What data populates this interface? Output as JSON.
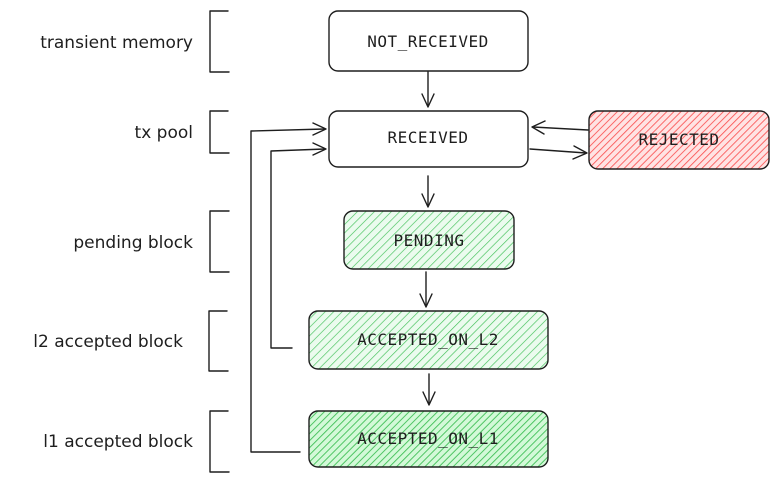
{
  "layers": [
    {
      "id": "transient",
      "label": "transient memory"
    },
    {
      "id": "pool",
      "label": "tx pool"
    },
    {
      "id": "pending",
      "label": "pending block"
    },
    {
      "id": "l2",
      "label": "l2 accepted block"
    },
    {
      "id": "l1",
      "label": "l1 accepted block"
    }
  ],
  "states": {
    "not_received": "NOT_RECEIVED",
    "received": "RECEIVED",
    "rejected": "REJECTED",
    "pending": "PENDING",
    "accepted_l2": "ACCEPTED_ON_L2",
    "accepted_l1": "ACCEPTED_ON_L1"
  },
  "colors": {
    "stroke": "#1e1e1e",
    "white": "#ffffff",
    "green": "#40c057",
    "green_light": "#b2f2bb",
    "red": "#fa5252",
    "red_light": "#ffc9c9"
  }
}
